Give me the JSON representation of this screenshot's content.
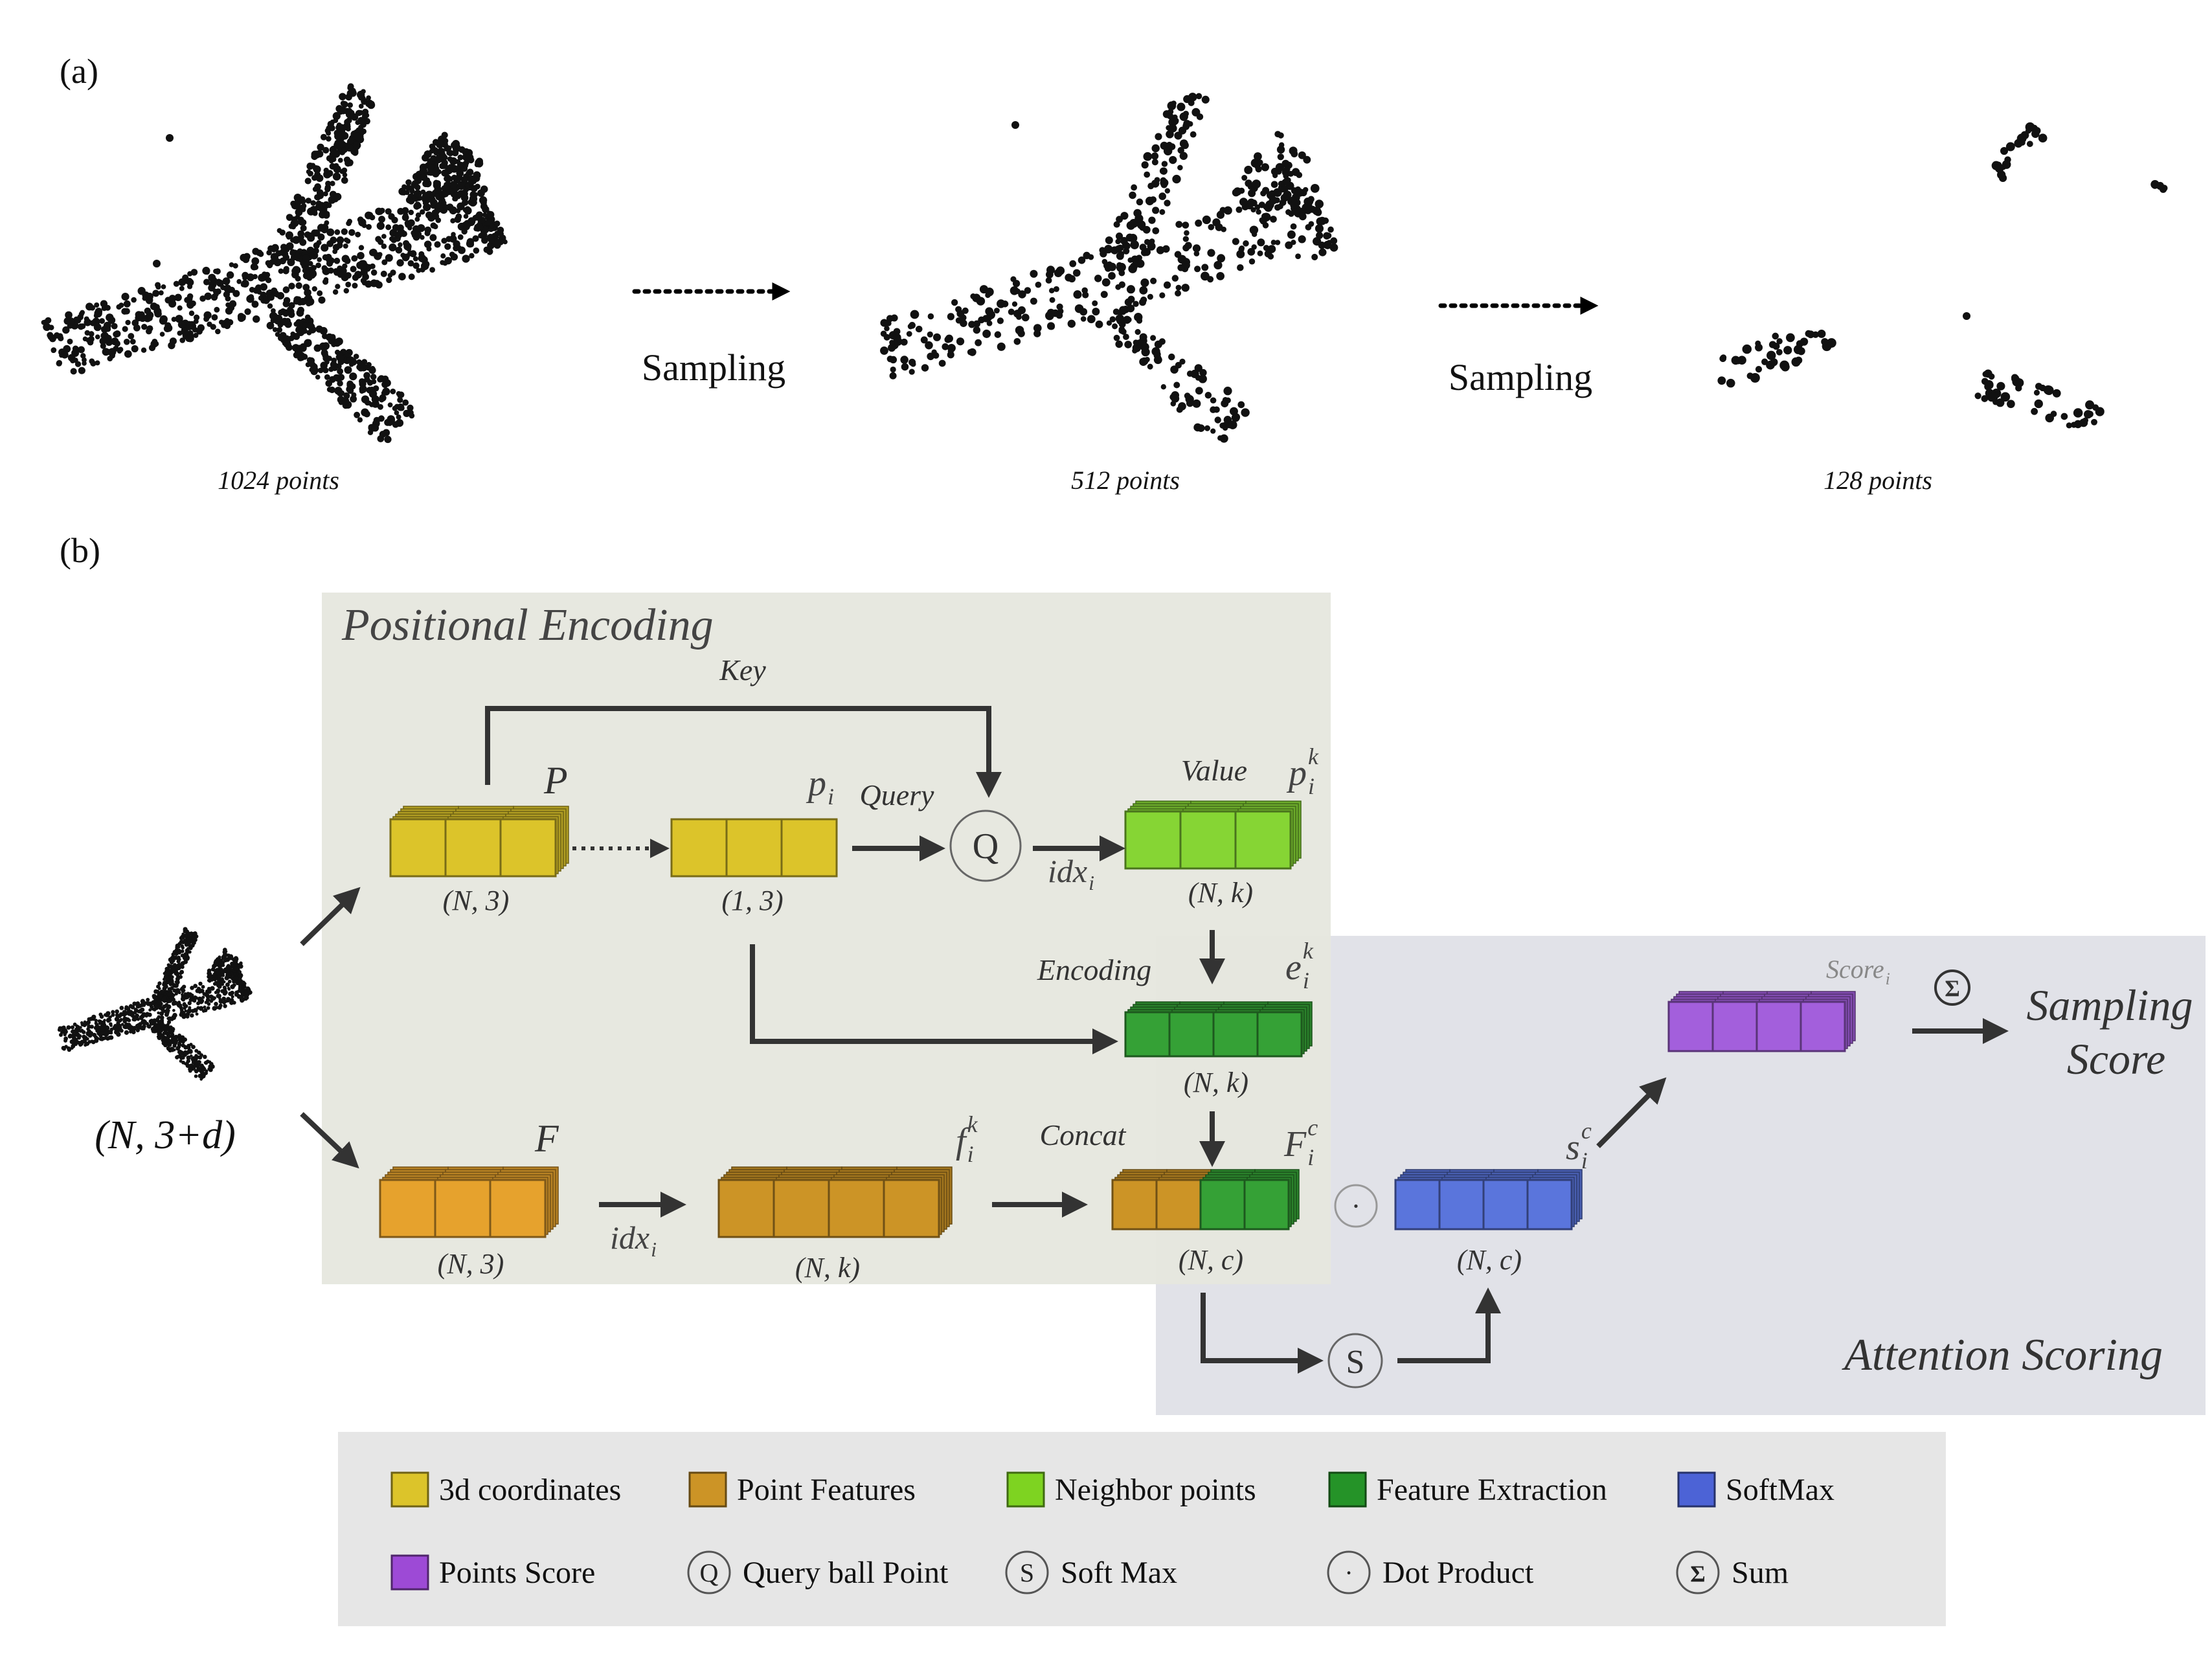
{
  "panel_a": {
    "label": "(a)",
    "clouds": [
      {
        "caption": "1024 points"
      },
      {
        "caption": "512 points"
      },
      {
        "caption": "128 points"
      }
    ],
    "arrows": [
      {
        "label": "Sampling"
      },
      {
        "label": "Sampling"
      }
    ]
  },
  "panel_b": {
    "label": "(b)",
    "input_label": "(N, 3+d)",
    "pe_title": "Positional Encoding",
    "as_title": "Attention Scoring",
    "key_label": "Key",
    "query_label": "Query",
    "value_label": "Value",
    "encoding_label": "Encoding",
    "concat_label": "Concat",
    "score_label": "Score",
    "score_sub": "i",
    "output_line1": "Sampling",
    "output_line2": "Score",
    "P_label": "P",
    "F_label": "F",
    "p_i": {
      "base": "p",
      "sub": "i"
    },
    "p_i_k": {
      "base": "p",
      "sub": "i",
      "sup": "k"
    },
    "e_i_k": {
      "base": "e",
      "sub": "i",
      "sup": "k"
    },
    "f_i_k": {
      "base": "f",
      "sub": "i",
      "sup": "k"
    },
    "F_i_c": {
      "base": "F",
      "sub": "i",
      "sup": "c"
    },
    "s_i_c": {
      "base": "s",
      "sub": "i",
      "sup": "c"
    },
    "idx1": {
      "base": "idx",
      "sub": "i"
    },
    "idx2": {
      "base": "idx",
      "sub": "i"
    },
    "dims": {
      "P": "(N, 3)",
      "p_i": "(1, 3)",
      "value": "(N, k)",
      "encoding": "(N, k)",
      "F": "(N, 3)",
      "f_i_k": "(N, k)",
      "concat": "(N, c)",
      "softmax": "(N, c)"
    },
    "symbols": {
      "query_ball": "Q",
      "softmax": "S",
      "dot": "·",
      "sum": "Σ"
    }
  },
  "legend": {
    "items": [
      {
        "label": "3d coordinates",
        "color": "#dcc42a"
      },
      {
        "label": "Point Features",
        "color": "#cc9426"
      },
      {
        "label": "Neighbor points",
        "color": "#7ed321"
      },
      {
        "label": "Feature Extraction",
        "color": "#259328"
      },
      {
        "label": "SoftMax",
        "color": "#4c63d6"
      },
      {
        "label": "Points Score",
        "color": "#9d4ad6"
      },
      {
        "label": "Query ball Point",
        "symbol": "Q"
      },
      {
        "label": "Soft Max",
        "symbol": "S"
      },
      {
        "label": "Dot Product",
        "symbol": "·"
      },
      {
        "label": "Sum",
        "symbol": "Σ"
      }
    ]
  },
  "colors": {
    "coords": "#dcc42a",
    "coords_dark": "#a88f12",
    "point_features": "#e6a22d",
    "point_features_b": "#cc9426",
    "neighbor": "#86d534",
    "feature_extraction": "#35a136",
    "softmax": "#5a75dc",
    "score": "#a35fdc",
    "pe_bg": "#e6e7df",
    "as_bg": "#e1e2e8",
    "legend_bg": "#e6e6e6",
    "arrow": "#333333"
  }
}
